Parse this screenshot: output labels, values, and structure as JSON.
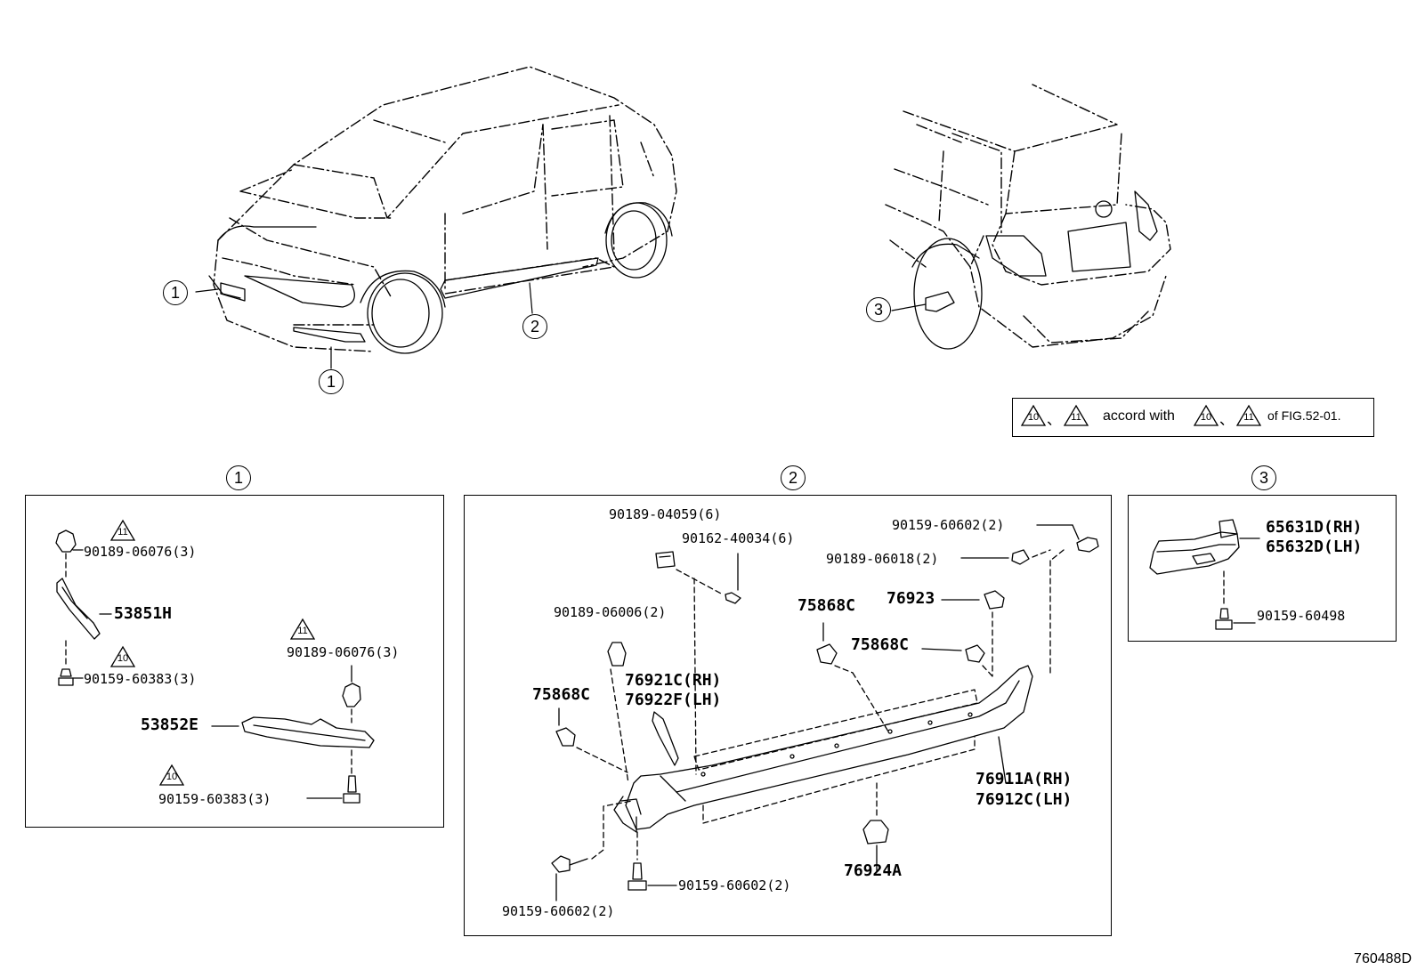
{
  "callouts": {
    "one": "1",
    "two": "2",
    "three": "3"
  },
  "note": {
    "tri10": "10",
    "sep": "、",
    "tri11": "11",
    "accord": "accord with",
    "of_fig": "of FIG.52-01."
  },
  "warnings": {
    "w10": "10",
    "w11": "11"
  },
  "box1": {
    "p1": "90189-06076(3)",
    "p2": "53851H",
    "p3": "90159-60383(3)",
    "p4": "90189-06076(3)",
    "p5": "53852E",
    "p6": "90159-60383(3)"
  },
  "box2": {
    "p1": "90189-04059(6)",
    "p2": "90162-40034(6)",
    "p3": "90159-60602(2)",
    "p4": "90189-06018(2)",
    "p5": "90189-06006(2)",
    "p6": "75868C",
    "p7": "76923",
    "p8": "75868C",
    "p9": "76921C(RH)",
    "p10": "76922F(LH)",
    "p11": "75868C",
    "p12": "76911A(RH)",
    "p13": "76912C(LH)",
    "p14": "76924A",
    "p15": "90159-60602(2)",
    "p16": "90159-60602(2)"
  },
  "box3": {
    "p1": "65631D(RH)",
    "p2": "65632D(LH)",
    "p3": "90159-60498"
  },
  "figure_number": "760488D"
}
